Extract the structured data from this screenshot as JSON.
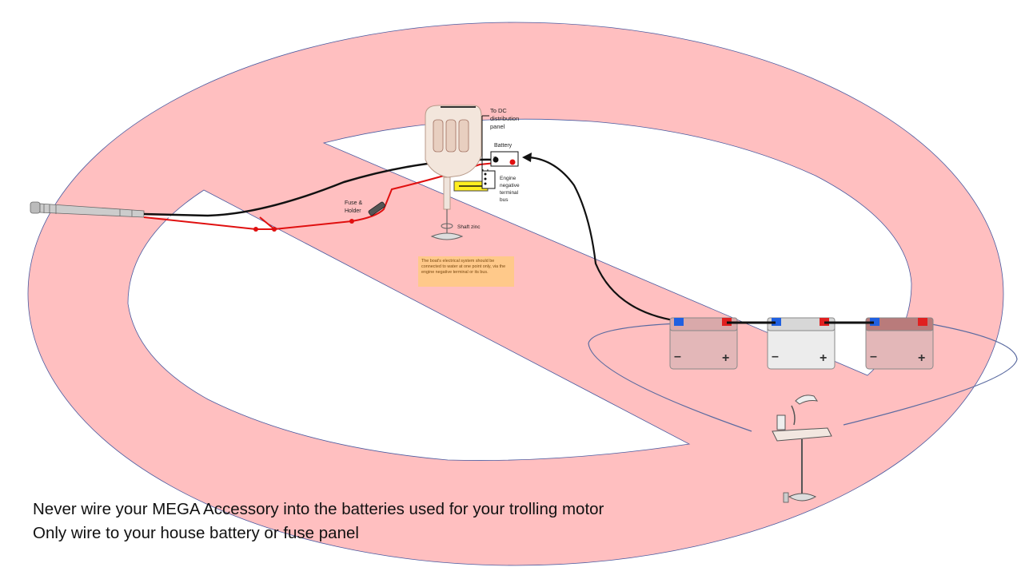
{
  "labels": {
    "to_dc_line1": "To DC",
    "to_dc_line2": "distribution",
    "to_dc_line3": "panel",
    "battery": "Battery",
    "fuse_line1": "Fuse &",
    "fuse_line2": "Holder",
    "engine_line1": "Engine",
    "engine_line2": "negative",
    "engine_line3": "terminal",
    "engine_line4": "bus",
    "shaft_zinc": "Shaft zinc",
    "battery_minus": "–",
    "battery_plus": "+"
  },
  "note": "The boat's electrical system should be connected to water at one point only, via the engine negative terminal or its bus.",
  "caption": {
    "line1": "Never wire your MEGA Accessory into the batteries used for your trolling motor",
    "line2": "Only wire to your house battery or fuse panel"
  },
  "colors": {
    "prohibition": "#ffbfc0",
    "prohibition_edge": "#4a5aa0",
    "wire_red": "#e01010",
    "wire_black": "#111111",
    "note_bg": "#ffc98a"
  }
}
